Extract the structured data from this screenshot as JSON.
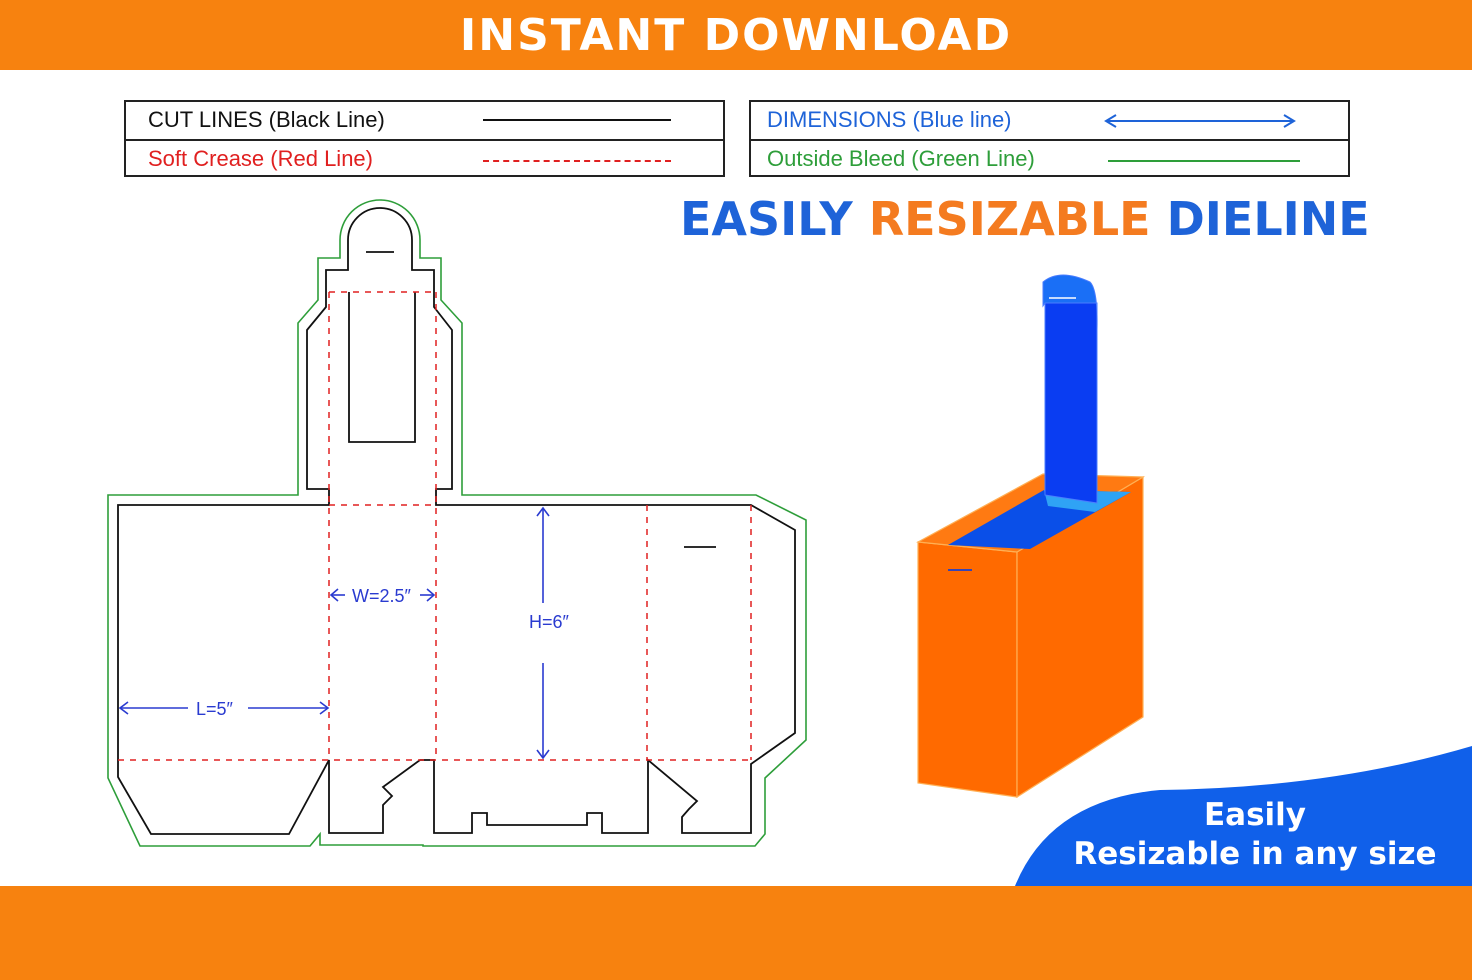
{
  "banner": {
    "title": "INSTANT DOWNLOAD"
  },
  "legend": {
    "cut_lines": "CUT LINES (Black Line)",
    "soft_crease": "Soft Crease (Red Line)",
    "dimensions": "DIMENSIONS (Blue line)",
    "outside_bleed": "Outside Bleed (Green Line)"
  },
  "headline": {
    "word1": "EASILY",
    "word2": "RESIZABLE",
    "word3": "DIELINE"
  },
  "dieline": {
    "width_label": "W=2.5″",
    "height_label": "H=6″",
    "length_label": "L=5″"
  },
  "corner": {
    "line1": "Easily",
    "line2": "Resizable in any size"
  },
  "colors": {
    "orange": "#f7820f",
    "blue": "#1e63d8",
    "cut": "#111111",
    "crease": "#e02020",
    "dimension": "#2a3bd0",
    "bleed": "#2e9e3a"
  },
  "icons": {
    "box_mockup": "3d-box-mockup-illustration"
  }
}
